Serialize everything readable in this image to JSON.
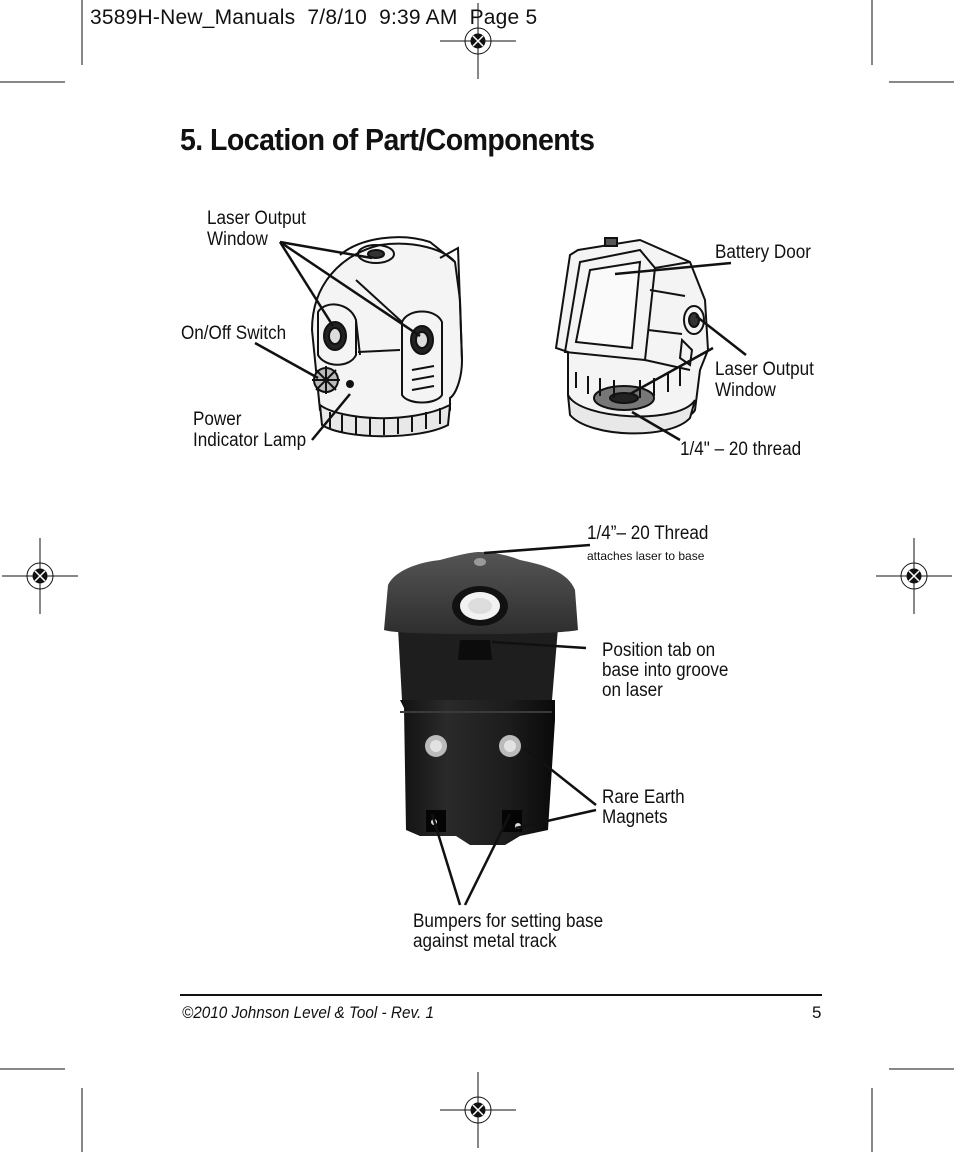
{
  "slug_line": "3589H-New_Manuals  7/8/10  9:39 AM  Page 5",
  "title": "5. Location of Part/Components",
  "labels": {
    "laser_output_window_1": [
      "Laser Output",
      "Window"
    ],
    "on_off_switch": "On/Off Switch",
    "power_indicator_lamp": [
      "Power",
      "Indicator Lamp"
    ],
    "battery_door": "Battery Door",
    "laser_output_window_2": [
      "Laser Output",
      "Window"
    ],
    "thread_top": "1/4\" – 20 thread",
    "thread_base": "1/4”– 20 Thread",
    "thread_base_note": "attaches laser to base",
    "position_tab": [
      "Position tab on",
      "base into groove",
      "on laser"
    ],
    "rare_earth_magnets": [
      "Rare Earth",
      "Magnets"
    ],
    "bumpers": [
      "Bumpers for setting base",
      "against metal track"
    ]
  },
  "footer": {
    "copyright": "©2010 Johnson Level & Tool - Rev. 1",
    "page_number": "5"
  }
}
